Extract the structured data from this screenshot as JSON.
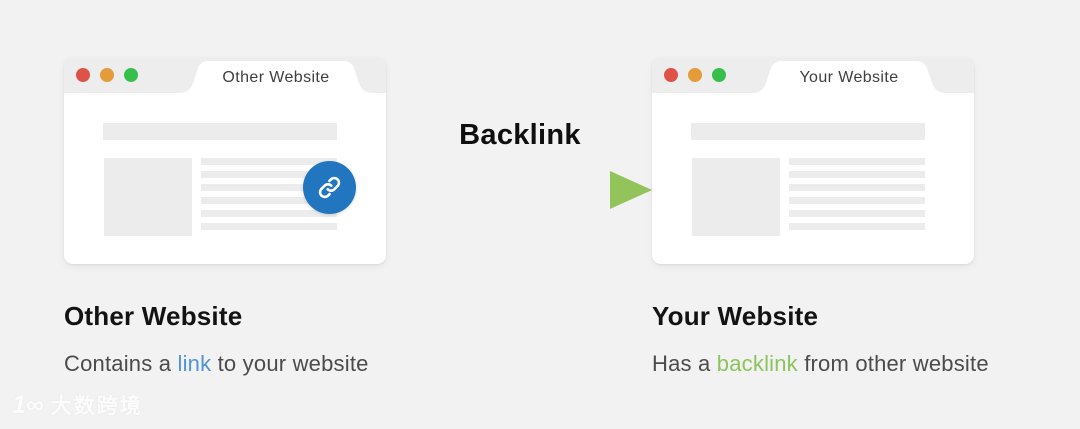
{
  "page": {
    "background": "#f2f2f3"
  },
  "traffic_lights": {
    "red": "#dd5347",
    "orange": "#e49c3b",
    "green": "#37bf4c"
  },
  "windows": {
    "left": {
      "tab_label": "Other Website",
      "caption_title": "Other Website",
      "caption": {
        "before": "Contains a ",
        "highlight": "link",
        "after": " to your website"
      },
      "highlight_color": "#4f94d4"
    },
    "right": {
      "tab_label": "Your Website",
      "caption_title": "Your Website",
      "caption": {
        "before": "Has a ",
        "highlight": "backlink",
        "after": " from other website"
      },
      "highlight_color": "#8cc45c"
    }
  },
  "arrow": {
    "label": "Backlink",
    "label_color": "#0f0f0f",
    "gradient_start": "#2a7fc3",
    "gradient_end": "#93c45b"
  },
  "link_badge": {
    "background": "#2176bf",
    "icon": "link-icon"
  },
  "watermark": {
    "mark": "1∞",
    "text": "大数跨境"
  }
}
